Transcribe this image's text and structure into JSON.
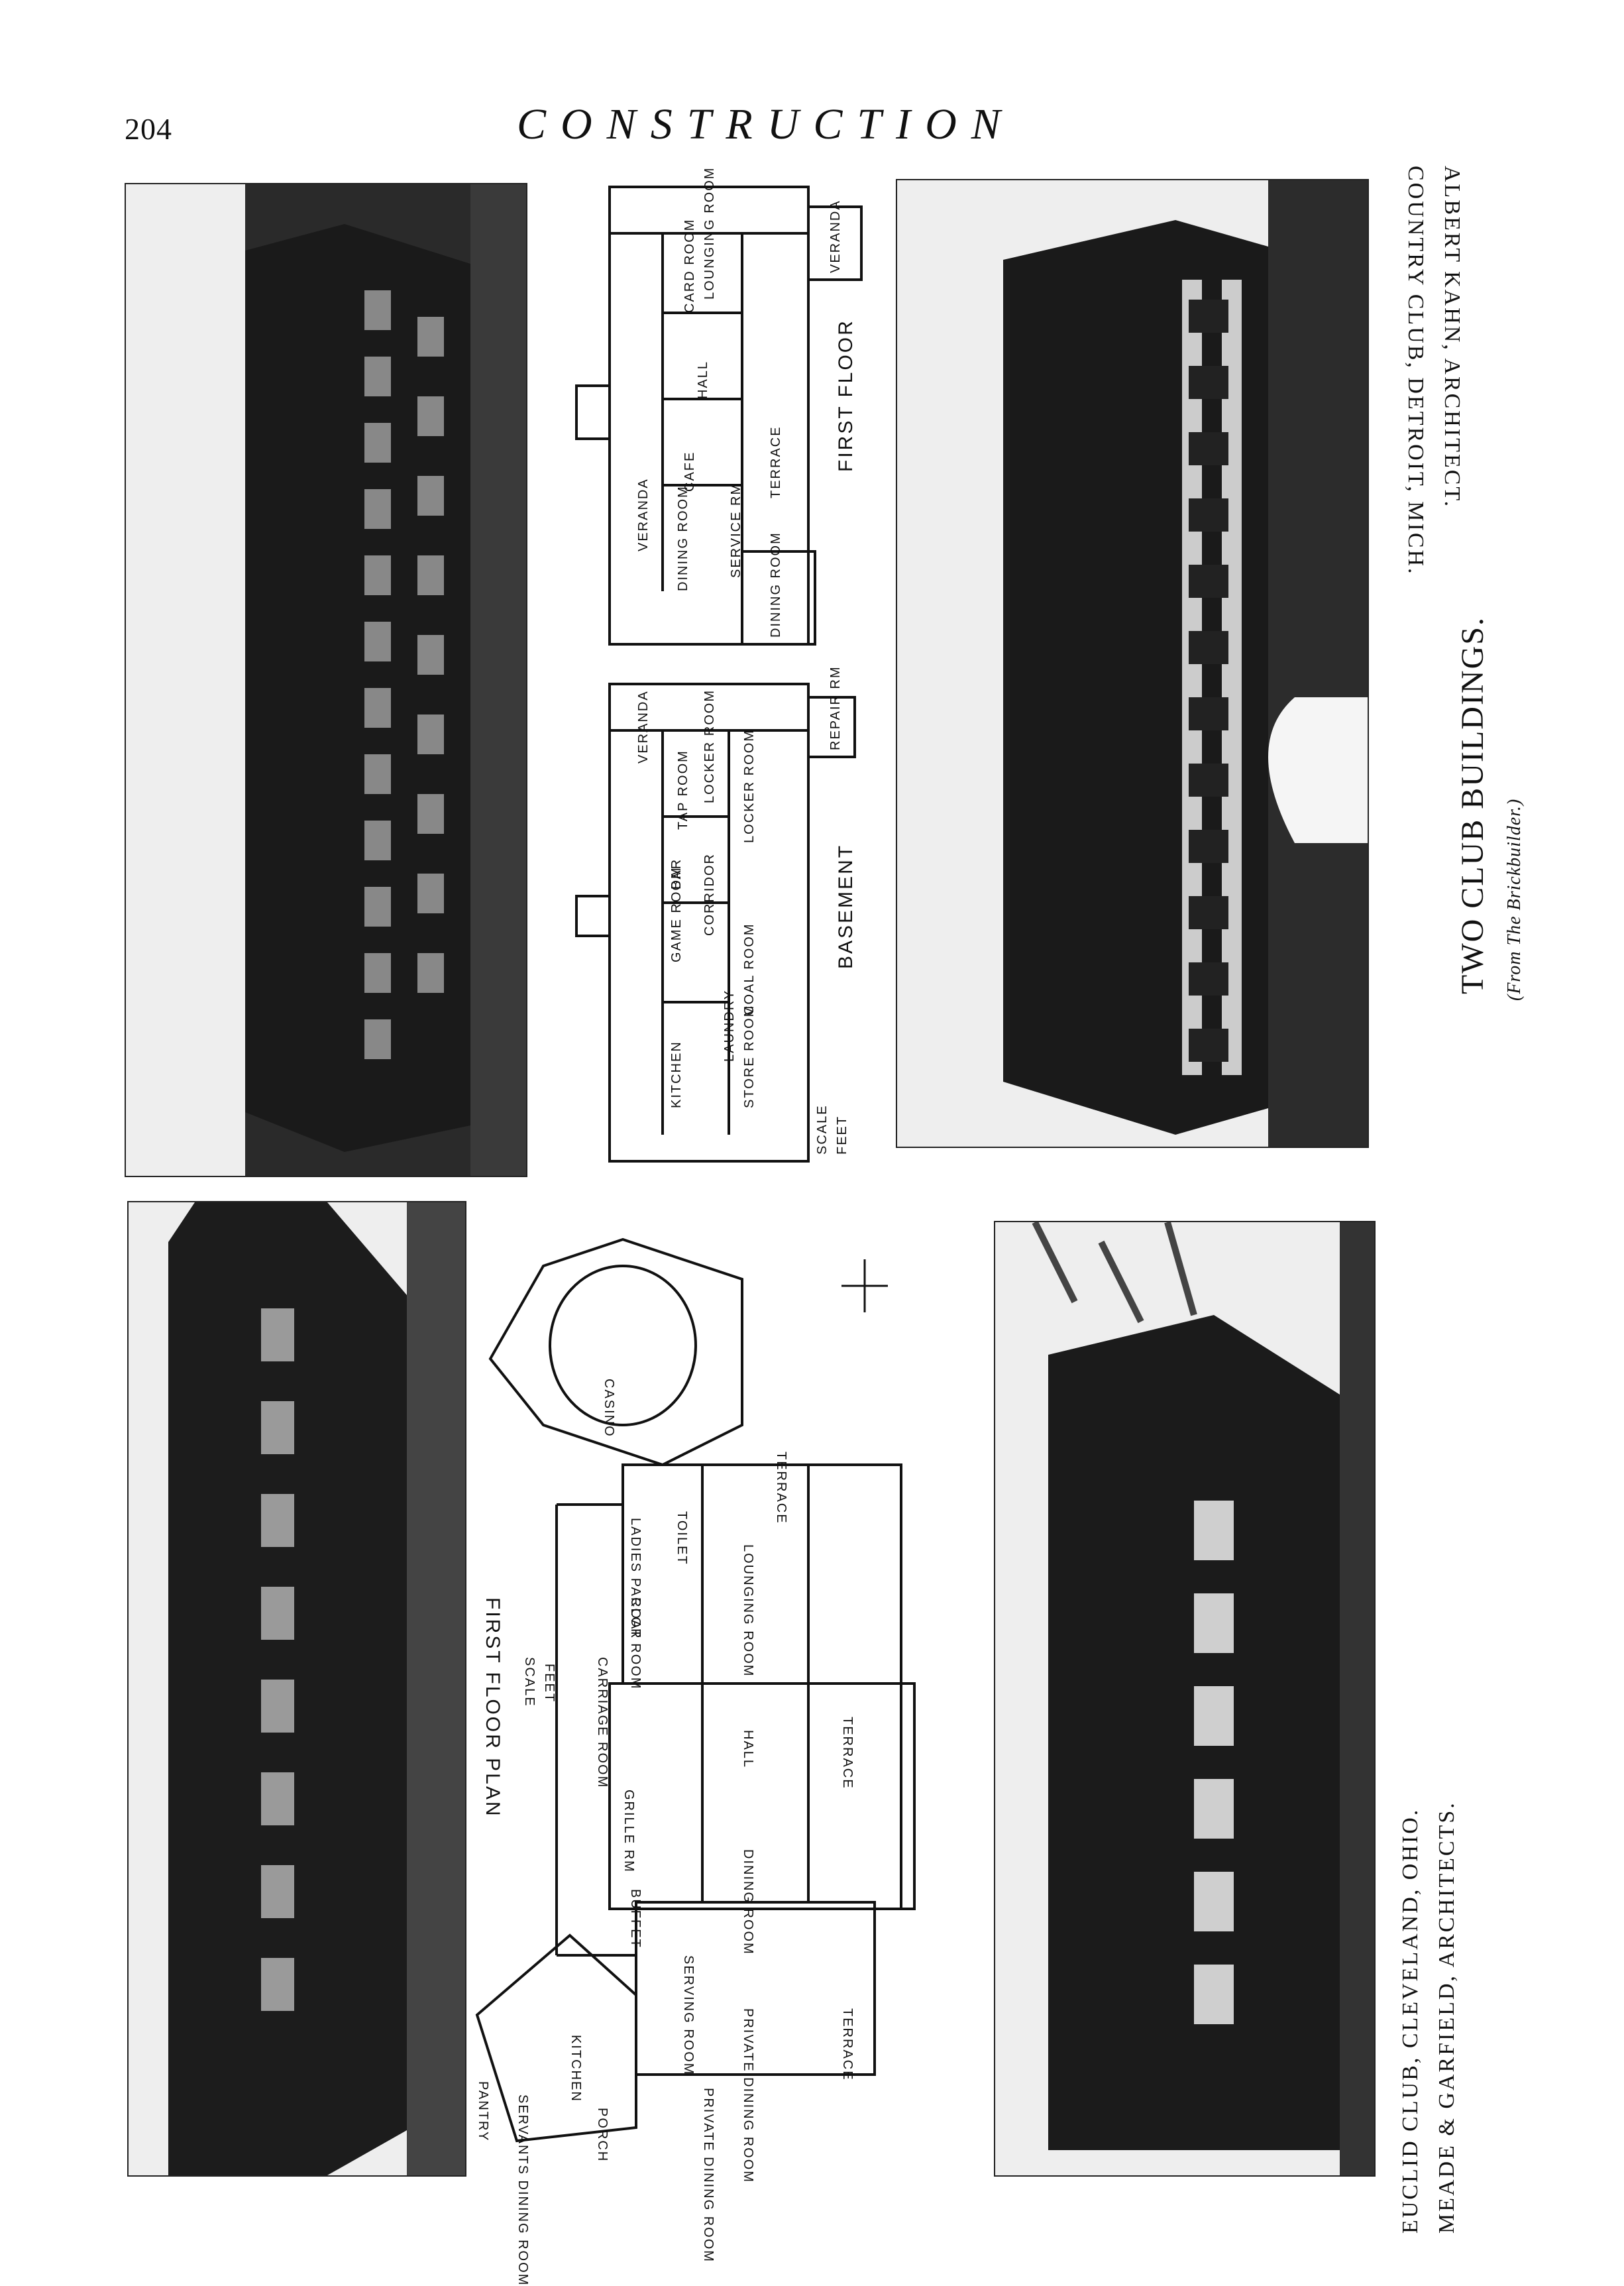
{
  "header": {
    "page_number": "204",
    "running_title": "CONSTRUCTION"
  },
  "captions": {
    "detroit_club": "COUNTRY CLUB, DETROIT, MICH.",
    "detroit_architect": "ALBERT KAHN, ARCHITECT.",
    "main_title": "TWO CLUB BUILDINGS.",
    "source_note": "(From The Brickbuilder.)",
    "euclid_club": "EUCLID CLUB, CLEVELAND, OHIO.",
    "euclid_architects": "MEADE & GARFIELD, ARCHITECTS."
  },
  "detroit_plans": {
    "first_floor_title": "FIRST FLOOR",
    "basement_title": "BASEMENT",
    "first_floor_rooms": [
      "VERANDA",
      "DINING ROOM",
      "CAFE",
      "HALL",
      "CARD ROOM",
      "LOUNGING ROOM",
      "VERANDA",
      "TERRACE",
      "DINING ROOM",
      "SERVICE RM"
    ],
    "basement_rooms": [
      "KITCHEN",
      "GAME ROOM",
      "BAR",
      "TAP ROOM",
      "VERANDA",
      "LOCKER ROOM",
      "LOCKER ROOM",
      "CORRIDOR",
      "COAL ROOM",
      "LAUNDRY",
      "STORE ROOM",
      "REPAIR RM",
      "SCALE",
      "FEET"
    ]
  },
  "euclid_plan": {
    "title": "FIRST FLOOR PLAN",
    "rooms": [
      "CASINO",
      "TERRACE",
      "LOUNGING ROOM",
      "LADIES PARLOR",
      "TOILET",
      "COAT ROOM",
      "CARRIAGE ROOM",
      "HALL",
      "TERRACE",
      "GRILLE RM",
      "DINING ROOM",
      "BUFFET",
      "SERVING ROOM",
      "PRIVATE DINING ROOM",
      "PRIVATE DINING ROOM",
      "TERRACE",
      "KITCHEN",
      "PANTRY",
      "SERVANTS DINING ROOM",
      "PORCH"
    ],
    "scale_label": "SCALE",
    "feet_label": "FEET"
  },
  "colors": {
    "paper": "#ffffff",
    "ink": "#111111",
    "halftone_dark": "#1a1a1a",
    "halftone_mid": "#555555"
  }
}
